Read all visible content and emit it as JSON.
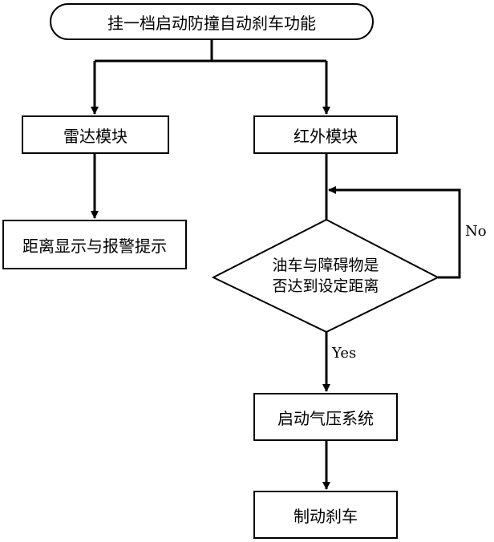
{
  "nodes": {
    "start": "挂一档启动防撞自动刹车功能",
    "radar": "雷达模块",
    "infrared": "红外模块",
    "distance_alert": "距离显示与报警提示",
    "decision_line1": "油车与障碍物是",
    "decision_line2": "否达到设定距离",
    "air_pressure": "启动气压系统",
    "brake": "制动刹车"
  },
  "edges": {
    "no": "No",
    "yes": "Yes"
  }
}
